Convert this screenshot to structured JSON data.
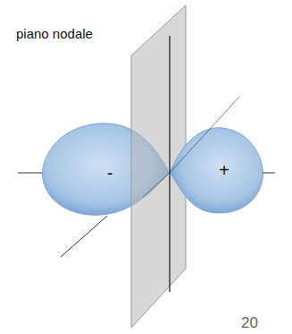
{
  "diagram": {
    "nodes": [
      {
        "text": [
          "-"
        ]
      },
      {
        "text": [
          "+"
        ]
      }
    ],
    "labels": [
      "piano nodale",
      "20"
    ]
  }
}
